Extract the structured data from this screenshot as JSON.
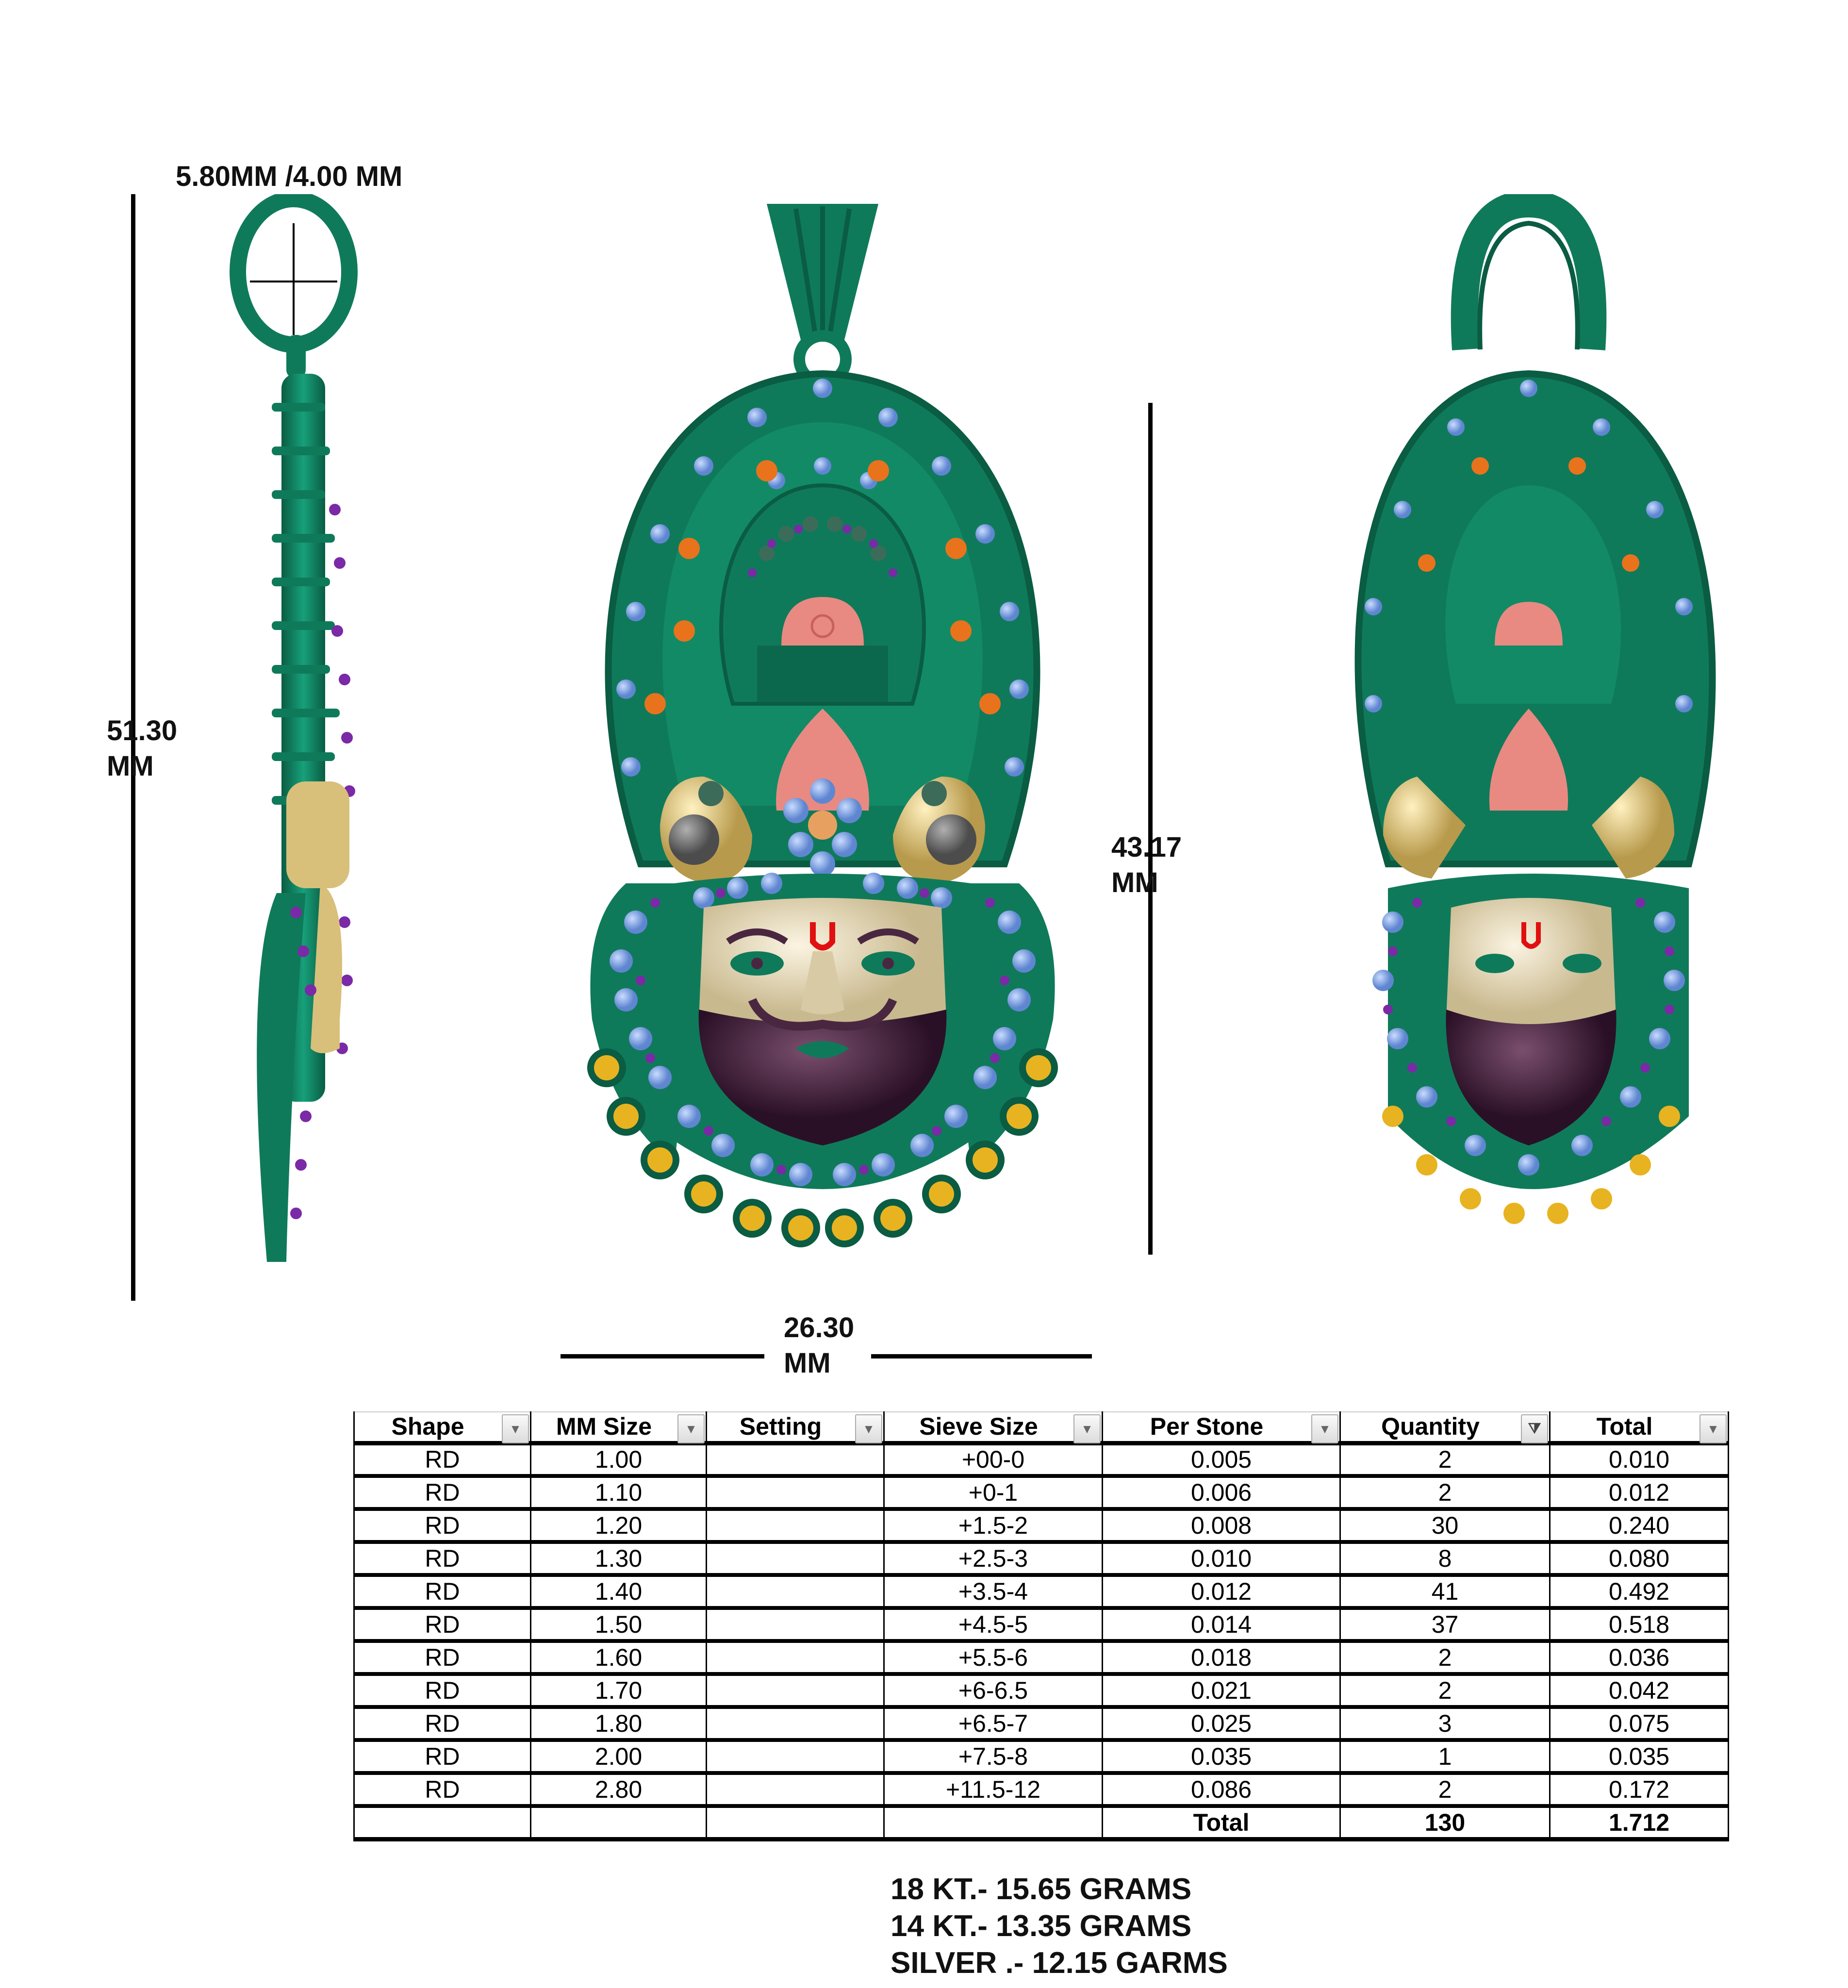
{
  "dimensions": {
    "bail_size": "5.80MM /4.00 MM",
    "overall_height_value": "51.30",
    "overall_height_unit": "MM",
    "body_height_value": "43.17",
    "body_height_unit": "MM",
    "width_value": "26.30",
    "width_unit": "MM"
  },
  "views": [
    {
      "name": "side view"
    },
    {
      "name": "front view"
    },
    {
      "name": "perspective view"
    }
  ],
  "colors": {
    "metal_green": "#0f7a5a",
    "metal_green_dark": "#0a5c43",
    "stone_blue": "#7fa4e0",
    "stone_purple": "#7a2aa6",
    "stone_orange": "#e8731c",
    "stone_yellow": "#e8b320",
    "stone_grey": "#6e6e6e",
    "gold": "#d8c07a",
    "face": "#e8dcbf",
    "beard": "#4a2740",
    "coral": "#e88a82",
    "tilak_red": "#e01010"
  },
  "stone_table": {
    "headers": [
      "Shape",
      "MM Size",
      "Setting",
      "Sieve Size",
      "Per Stone",
      "Quantity",
      "Total"
    ],
    "filter_active_column": "Quantity",
    "rows": [
      [
        "RD",
        "1.00",
        "",
        "+00-0",
        "0.005",
        "2",
        "0.010"
      ],
      [
        "RD",
        "1.10",
        "",
        "+0-1",
        "0.006",
        "2",
        "0.012"
      ],
      [
        "RD",
        "1.20",
        "",
        "+1.5-2",
        "0.008",
        "30",
        "0.240"
      ],
      [
        "RD",
        "1.30",
        "",
        "+2.5-3",
        "0.010",
        "8",
        "0.080"
      ],
      [
        "RD",
        "1.40",
        "",
        "+3.5-4",
        "0.012",
        "41",
        "0.492"
      ],
      [
        "RD",
        "1.50",
        "",
        "+4.5-5",
        "0.014",
        "37",
        "0.518"
      ],
      [
        "RD",
        "1.60",
        "",
        "+5.5-6",
        "0.018",
        "2",
        "0.036"
      ],
      [
        "RD",
        "1.70",
        "",
        "+6-6.5",
        "0.021",
        "2",
        "0.042"
      ],
      [
        "RD",
        "1.80",
        "",
        "+6.5-7",
        "0.025",
        "3",
        "0.075"
      ],
      [
        "RD",
        "2.00",
        "",
        "+7.5-8",
        "0.035",
        "1",
        "0.035"
      ],
      [
        "RD",
        "2.80",
        "",
        "+11.5-12",
        "0.086",
        "2",
        "0.172"
      ]
    ],
    "total_row": [
      "",
      "",
      "",
      "",
      "Total",
      "130",
      "1.712"
    ]
  },
  "weights": [
    "18 KT.- 15.65 GRAMS",
    "14 KT.- 13.35 GRAMS",
    "SILVER .- 12.15 GARMS"
  ]
}
